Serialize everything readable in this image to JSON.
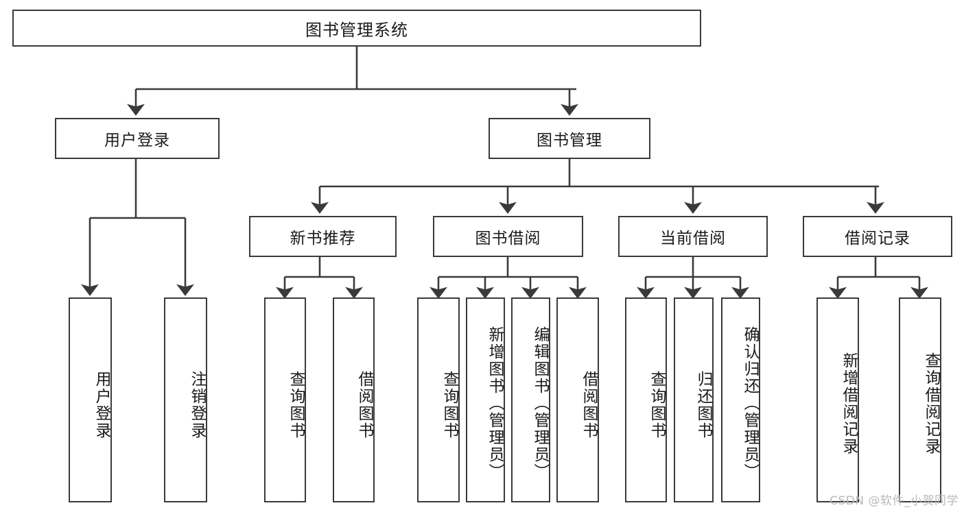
{
  "diagram": {
    "type": "tree-hierarchy",
    "title": "图书管理系统",
    "background_color": "#ffffff",
    "box_border_color": "#3a3a3a",
    "connector_color": "#3a3a3a",
    "root": {
      "label": "图书管理系统",
      "children": [
        {
          "label": "用户登录",
          "children": [
            {
              "label": "用户登录"
            },
            {
              "label": "注销登录"
            }
          ]
        },
        {
          "label": "图书管理",
          "children": [
            {
              "label": "新书推荐",
              "children": [
                {
                  "label": "查询图书"
                },
                {
                  "label": "借阅图书"
                }
              ]
            },
            {
              "label": "图书借阅",
              "children": [
                {
                  "label": "查询图书"
                },
                {
                  "label": "新增图书（管理员）"
                },
                {
                  "label": "编辑图书（管理员）"
                },
                {
                  "label": "借阅图书"
                }
              ]
            },
            {
              "label": "当前借阅",
              "children": [
                {
                  "label": "查询图书"
                },
                {
                  "label": "归还图书"
                },
                {
                  "label": "确认归还（管理员）"
                }
              ]
            },
            {
              "label": "借阅记录",
              "children": [
                {
                  "label": "新增借阅记录"
                },
                {
                  "label": "查询借阅记录"
                }
              ]
            }
          ]
        }
      ]
    }
  },
  "nodes": {
    "root": "图书管理系统",
    "l1_user_login": "用户登录",
    "l1_book_mgmt": "图书管理",
    "l2_new_book_rec": "新书推荐",
    "l2_book_borrow": "图书借阅",
    "l2_current_borrow": "当前借阅",
    "l2_borrow_record": "借阅记录",
    "leaf_user_login": "用户登录",
    "leaf_logout": "注销登录",
    "leaf_rec_query_book": "查询图书",
    "leaf_rec_borrow_book": "借阅图书",
    "leaf_borrow_query_book": "查询图书",
    "leaf_borrow_add_book": "新增图书（管理员）",
    "leaf_borrow_edit_book": "编辑图书（管理员）",
    "leaf_borrow_borrow_book": "借阅图书",
    "leaf_cur_query_book": "查询图书",
    "leaf_cur_return_book": "归还图书",
    "leaf_cur_confirm_return": "确认归还（管理员）",
    "leaf_rec_add_record": "新增借阅记录",
    "leaf_rec_query_record": "查询借阅记录"
  },
  "watermark": {
    "text": "CSDN @软件_小贺同学",
    "color": "#b9b9b9"
  }
}
